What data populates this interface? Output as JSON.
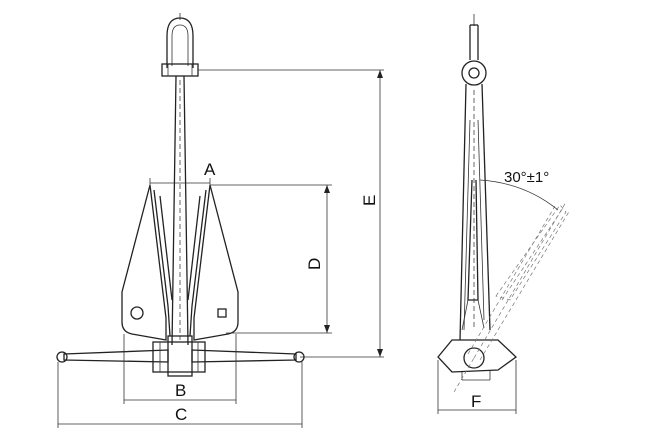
{
  "labels": {
    "A": "A",
    "B": "B",
    "C": "C",
    "D": "D",
    "E": "E",
    "F": "F",
    "angle": "30°±1°"
  }
}
